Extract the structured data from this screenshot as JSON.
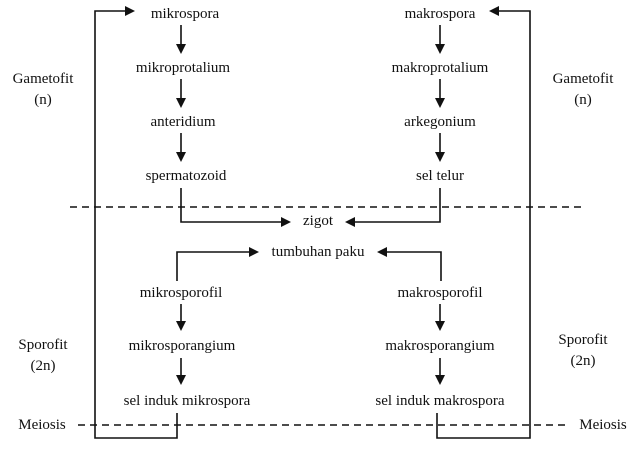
{
  "side_labels": {
    "gametofit_left": "Gametofit",
    "gametofit_left_ploidy": "(n)",
    "gametofit_right": "Gametofit",
    "gametofit_right_ploidy": "(n)",
    "sporofit_left": "Sporofit",
    "sporofit_left_ploidy": "(2n)",
    "sporofit_right": "Sporofit",
    "sporofit_right_ploidy": "(2n)",
    "meiosis_left": "Meiosis",
    "meiosis_right": "Meiosis"
  },
  "male_line": {
    "mikrospora": "mikrospora",
    "mikroprotalium": "mikroprotalium",
    "anteridium": "anteridium",
    "spermatozoid": "spermatozoid",
    "mikrosporofil": "mikrosporofil",
    "mikrosporangium": "mikrosporangium",
    "sel_induk": "sel induk mikrospora"
  },
  "female_line": {
    "makrospora": "makrospora",
    "makroprotalium": "makroprotalium",
    "arkegonium": "arkegonium",
    "sel_telur": "sel telur",
    "makrosporofil": "makrosporofil",
    "makrosporangium": "makrosporangium",
    "sel_induk": "sel induk makrospora"
  },
  "center": {
    "zigot": "zigot",
    "tumbuhan_paku": "tumbuhan paku"
  }
}
